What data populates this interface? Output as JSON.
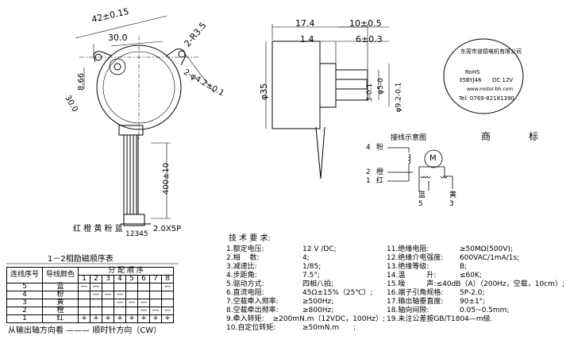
{
  "dims": {
    "d42": "42±0.15",
    "d30": "30.0",
    "d2r35": "2-R3.5",
    "d866": "8.66",
    "d2phi42": "2-φ4.2±0.1",
    "d300": "30.0",
    "d400": "400±10",
    "d174": "17.4",
    "d105": "10±0.5",
    "d14": "1.4",
    "d603": "6±0.3",
    "d35": "φ35",
    "d301": "3-0.1",
    "d5": "φ5-0",
    "d92": "φ9.2-0.1"
  },
  "labels": {
    "wires": "红 橙 黄 粉 蓝",
    "wire_nums": "12345",
    "connector": "2.0X5P",
    "wiring_title": "接线示意图",
    "trademark": "商　　　　标",
    "motor_symbol": "M"
  },
  "wiring": {
    "left": [
      {
        "num": "4",
        "color": "粉"
      },
      {
        "num": "2",
        "color": "橙"
      },
      {
        "num": "1",
        "color": "红"
      }
    ],
    "bottom": [
      {
        "color": "蓝",
        "num": "5"
      },
      {
        "color": "黄",
        "num": "3"
      }
    ]
  },
  "stamp": {
    "company": "东莞市道德电机有限公司",
    "rohs": "RoHS",
    "model": "35BYJ46",
    "voltage": "DC 12V",
    "tel": "Tel: 0769-82181390",
    "web": "www.motor-bh.com"
  },
  "table": {
    "title": "1－2相励磁顺序表",
    "col1": "连线序号",
    "col2": "导线颜色",
    "seq_header": "分 配 顺 序",
    "steps": [
      "1",
      "2",
      "3",
      "4",
      "5",
      "6",
      "7",
      "8"
    ],
    "rows": [
      {
        "no": "5",
        "color": "蓝"
      },
      {
        "no": "4",
        "color": "粉"
      },
      {
        "no": "3",
        "color": "黄"
      },
      {
        "no": "2",
        "color": "橙"
      },
      {
        "no": "1",
        "color": "红"
      }
    ],
    "footer": "从输出轴方向看 ——— 顺时针方向（CW）"
  },
  "specs": {
    "title": "技 术 要 求:",
    "left": [
      {
        "label": "1.额定电压:",
        "value": "12 V /DC;"
      },
      {
        "label": "2.相　 数:",
        "value": "4;"
      },
      {
        "label": "3.减速比:",
        "value": "1/85;"
      },
      {
        "label": "4.步距角:",
        "value": "7.5°;"
      },
      {
        "label": "5.驱动方式:",
        "value": "四相八拍;"
      },
      {
        "label": "6.直流电阻:",
        "value": "45Ω±15%（25℃）;"
      },
      {
        "label": "7.空载牵入频率:",
        "value": "≥500Hz;"
      },
      {
        "label": "8.空载牵出频率:",
        "value": "≥800Hz;"
      },
      {
        "label": "9.牵入转矩:",
        "value": "≥200mN.m（12VDC，100Hz）;"
      },
      {
        "label": "10.自定位转矩:",
        "value": "≥50mN.m　　;"
      }
    ],
    "right": [
      {
        "label": "11.绝缘电阻:",
        "value": "≥50MΩ(500V);"
      },
      {
        "label": "12.绝缘介电强度:",
        "value": "600VAC/1mA/1s;"
      },
      {
        "label": "13.绝缘等级:",
        "value": "B;"
      },
      {
        "label": "14.温　　　升:",
        "value": "≤60K;"
      },
      {
        "label": "15.噪　　　声:",
        "value": "≤40dB（A）（200Hz，空载，10cm）;"
      },
      {
        "label": "16.端子引角规格:",
        "value": "5P-2.0;"
      },
      {
        "label": "17.输出轴垂直度:",
        "value": "90±1°;"
      },
      {
        "label": "18.轴向间隙:",
        "value": "0.05~0.5mm;"
      },
      {
        "label": "19.未注公差按GB/T1804—m级.",
        "value": ""
      }
    ]
  }
}
